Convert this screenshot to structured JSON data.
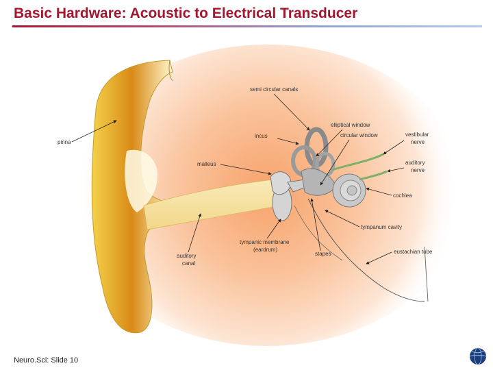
{
  "slide": {
    "title": "Basic Hardware: Acoustic to Electrical Transducer",
    "footer": "Neuro.Sci: Slide 10"
  },
  "diagram": {
    "labels": {
      "semi_circular_canals": "semi circular canals",
      "elliptical_window": "elliptical window",
      "incus": "incus",
      "circular_window": "circular window",
      "vestibular_nerve_1": "vestibular",
      "vestibular_nerve_2": "nerve",
      "pinna": "pinna",
      "malleus": "malleus",
      "auditory_nerve_1": "auditory",
      "auditory_nerve_2": "nerve",
      "cochlea": "cochlea",
      "tympanum_cavity": "tympanum cavity",
      "tympanic_membrane_1": "tympanic membrane",
      "tympanic_membrane_2": "(eardrum)",
      "stapes": "stapes",
      "eustachian_tube": "eustachian tube",
      "auditory_canal_1": "auditory",
      "auditory_canal_2": "canal"
    }
  }
}
